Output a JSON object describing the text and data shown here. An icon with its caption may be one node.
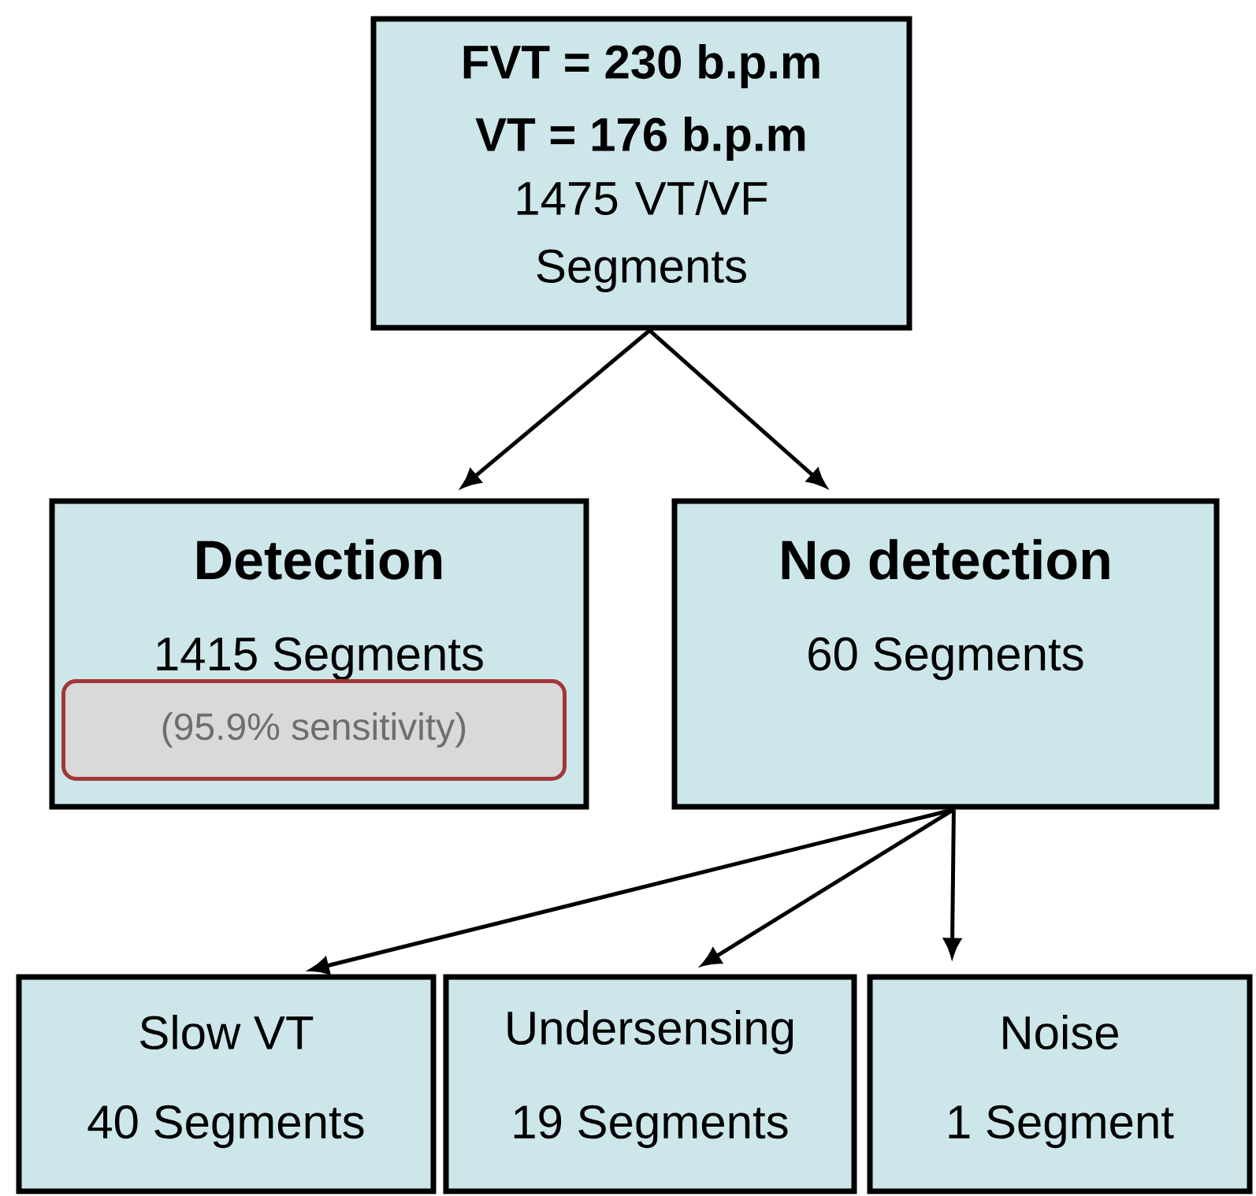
{
  "diagram": {
    "nodes": [
      {
        "text": [
          "FVT = 230 b.p.m",
          "VT = 176 b.p.m",
          "1475 VT/VF Segments"
        ]
      },
      {
        "text": [
          "Detection",
          "1415 Segments"
        ]
      },
      {
        "text": [
          "(95.9% sensitivity)"
        ],
        "in": 1
      },
      {
        "text": [
          "No detection",
          "60 Segments"
        ]
      },
      {
        "text": [
          "Slow VT",
          "40 Segments"
        ]
      },
      {
        "text": [
          "Undersensing",
          "19 Segments"
        ]
      },
      {
        "text": [
          "Noise",
          "1 Segment"
        ]
      }
    ],
    "edges": [
      {
        "from": 0,
        "to": 1,
        "arrow": "to"
      },
      {
        "from": 0,
        "to": 3,
        "arrow": "to"
      },
      {
        "from": 3,
        "to": 4,
        "arrow": "to"
      },
      {
        "from": 3,
        "to": 5,
        "arrow": "to"
      },
      {
        "from": 3,
        "to": 6,
        "arrow": "to"
      }
    ]
  }
}
